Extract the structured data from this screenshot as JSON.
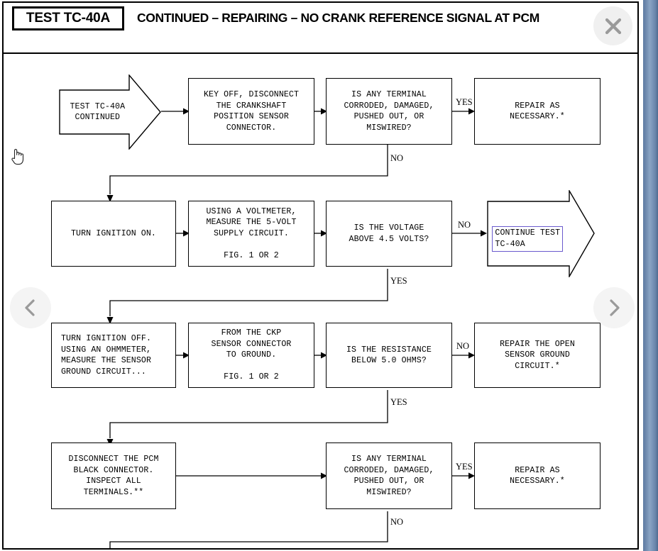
{
  "window": {
    "test_id": "TEST TC-40A",
    "header_title": "CONTINUED – REPAIRING – NO CRANK REFERENCE SIGNAL AT PCM",
    "close_label": "close-icon",
    "prev_label": "previous-page-icon",
    "next_label": "next-page-icon",
    "accent_link_color": "#6a5acd",
    "chrome_strip_color": "#7b96ba"
  },
  "chart_data": {
    "type": "diagram",
    "title": "CONTINUED – REPAIRING – NO CRANK REFERENCE SIGNAL AT PCM",
    "nodes": [
      {
        "id": "n1",
        "shape": "arrow-right",
        "text": "TEST TC-40A\nCONTINUED"
      },
      {
        "id": "n2",
        "shape": "rect",
        "text": "KEY OFF, DISCONNECT\nTHE CRANKSHAFT\nPOSITION SENSOR\nCONNECTOR."
      },
      {
        "id": "n3",
        "shape": "rect",
        "text": "IS ANY TERMINAL\nCORRODED, DAMAGED,\nPUSHED OUT, OR\nMISWIRED?"
      },
      {
        "id": "n4",
        "shape": "rect",
        "text": "REPAIR AS\nNECESSARY.*"
      },
      {
        "id": "n5",
        "shape": "rect",
        "text": "TURN IGNITION ON."
      },
      {
        "id": "n6",
        "shape": "rect",
        "text": "USING A VOLTMETER,\nMEASURE THE 5-VOLT\nSUPPLY CIRCUIT.\n\nFIG. 1 OR 2"
      },
      {
        "id": "n7",
        "shape": "rect",
        "text": "IS THE VOLTAGE\nABOVE 4.5 VOLTS?"
      },
      {
        "id": "n8",
        "shape": "arrow-right",
        "text": "CONTINUE TEST\nTC-40A",
        "link": true
      },
      {
        "id": "n9",
        "shape": "rect",
        "text": "TURN IGNITION OFF.\nUSING AN OHMMETER,\nMEASURE THE SENSOR\nGROUND CIRCUIT..."
      },
      {
        "id": "n10",
        "shape": "rect",
        "text": "FROM THE CKP\nSENSOR CONNECTOR\nTO GROUND.\n\nFIG. 1 OR 2"
      },
      {
        "id": "n11",
        "shape": "rect",
        "text": "IS THE RESISTANCE\nBELOW 5.0 OHMS?"
      },
      {
        "id": "n12",
        "shape": "rect",
        "text": "REPAIR THE OPEN\nSENSOR GROUND\nCIRCUIT.*"
      },
      {
        "id": "n13",
        "shape": "rect",
        "text": "DISCONNECT THE PCM\nBLACK CONNECTOR.\nINSPECT ALL\nTERMINALS.**"
      },
      {
        "id": "n14",
        "shape": "rect",
        "text": "IS ANY TERMINAL\nCORRODED, DAMAGED,\nPUSHED OUT, OR\nMISWIRED?"
      },
      {
        "id": "n15",
        "shape": "rect",
        "text": "REPAIR AS\nNECESSARY.*"
      }
    ],
    "edges": [
      {
        "from": "n1",
        "to": "n2",
        "label": ""
      },
      {
        "from": "n2",
        "to": "n3",
        "label": ""
      },
      {
        "from": "n3",
        "to": "n4",
        "label": "YES"
      },
      {
        "from": "n3",
        "to": "n5",
        "label": "NO"
      },
      {
        "from": "n5",
        "to": "n6",
        "label": ""
      },
      {
        "from": "n6",
        "to": "n7",
        "label": ""
      },
      {
        "from": "n7",
        "to": "n8",
        "label": "NO"
      },
      {
        "from": "n7",
        "to": "n9",
        "label": "YES"
      },
      {
        "from": "n9",
        "to": "n10",
        "label": ""
      },
      {
        "from": "n10",
        "to": "n11",
        "label": ""
      },
      {
        "from": "n11",
        "to": "n12",
        "label": "NO"
      },
      {
        "from": "n11",
        "to": "n13",
        "label": "YES"
      },
      {
        "from": "n13",
        "to": "n14",
        "label": ""
      },
      {
        "from": "n14",
        "to": "n15",
        "label": "YES"
      },
      {
        "from": "n14",
        "to": "offpage",
        "label": "NO"
      }
    ],
    "edge_labels": {
      "r1_yes": "YES",
      "r1_no": "NO",
      "r2_no": "NO",
      "r2_yes": "YES",
      "r3_no": "NO",
      "r3_yes": "YES",
      "r4_yes": "YES",
      "r4_no": "NO"
    }
  }
}
